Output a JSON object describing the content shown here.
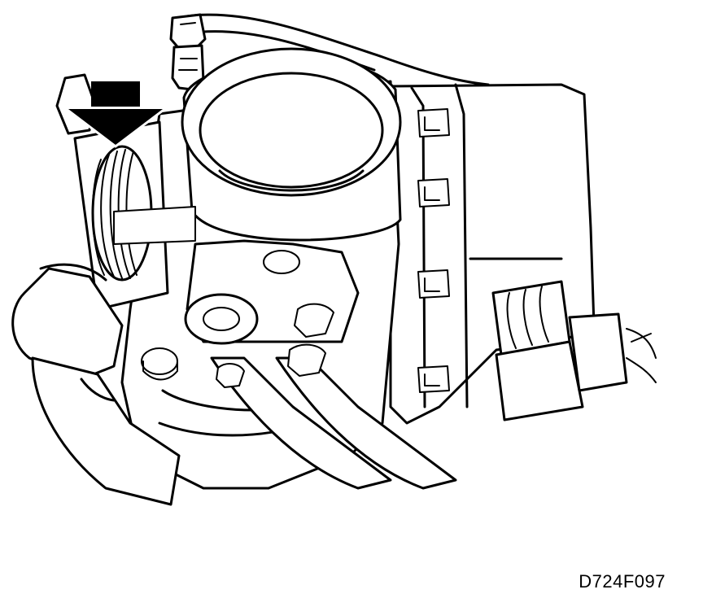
{
  "figure": {
    "code": "D724F097",
    "subject": "throttle-body-assembly",
    "arrow_direction": "down"
  },
  "colors": {
    "line": "#000000",
    "background": "#ffffff"
  }
}
